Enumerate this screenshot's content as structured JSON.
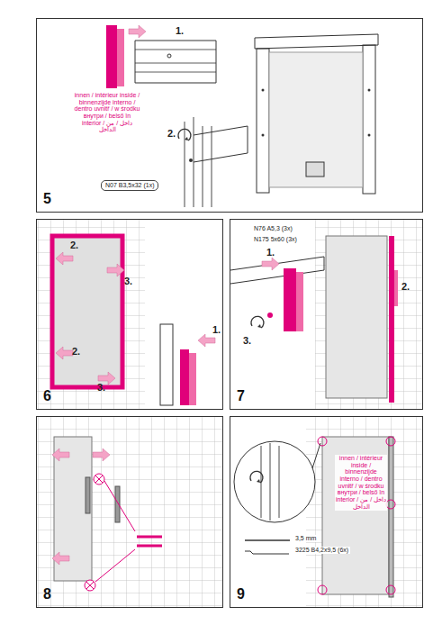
{
  "diagram": {
    "nodes": [
      {
        "text": [
          "5"
        ]
      },
      {
        "text": [
          "6"
        ]
      },
      {
        "text": [
          "7"
        ]
      },
      {
        "text": [
          "8"
        ]
      },
      {
        "text": [
          "9"
        ]
      }
    ],
    "labels": [
      "1.",
      "2.",
      "innen / intérieur inside / binnenzijde interno / dentro uvnitř / w środku внутри / belső în interior / داخل / من الداخل",
      "N07 B3,5x32 (1x)",
      "2.",
      "3.",
      "2.",
      "3.",
      "1.",
      "N76 A5,3 (3x)",
      "N175 5x60 (3x)",
      "1.",
      "2.",
      "3.",
      "innen / intérieur inside / binnenzijde interno / dentro uvnitř / w środku внутри / belső în interior / داخل / من الداخل",
      "3,5 mm",
      "3225 B4,2x9,5 (6x)"
    ]
  }
}
